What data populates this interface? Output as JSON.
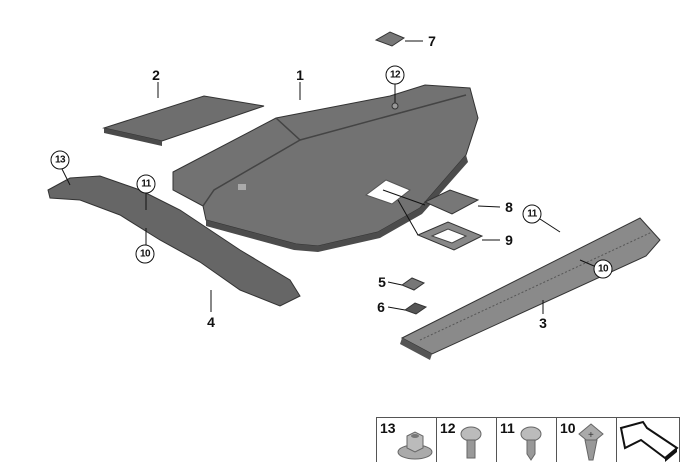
{
  "callouts": {
    "part_1": "1",
    "part_2": "2",
    "part_3": "3",
    "part_4": "4",
    "part_5": "5",
    "part_6": "6",
    "part_7": "7",
    "part_8": "8",
    "part_9": "9",
    "c10_left": "10",
    "c10_right": "10",
    "c11_left": "11",
    "c11_right": "11",
    "c12": "12",
    "c13": "13"
  },
  "legend": [
    {
      "number": "13",
      "icon": "flange-nut-icon"
    },
    {
      "number": "12",
      "icon": "torx-screw-icon"
    },
    {
      "number": "11",
      "icon": "self-tapping-screw-icon"
    },
    {
      "number": "10",
      "icon": "clip-nut-icon"
    },
    {
      "number": "",
      "icon": "arrow-symbol-icon"
    }
  ]
}
